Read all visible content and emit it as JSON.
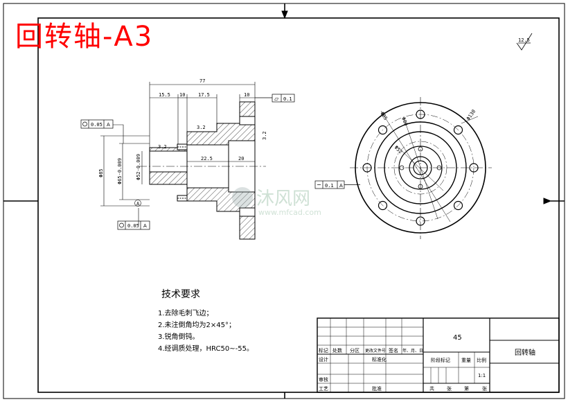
{
  "page_title": "回转轴-A3",
  "roughness_mark": "12.5",
  "dimensions": {
    "overall_length": "77",
    "d1": "15.5",
    "d2": "10",
    "d3": "17.5",
    "d4": "10",
    "inner_22_5": "22.5",
    "inner_20": "20",
    "dia_85": "Φ85",
    "dia_65": "Φ65-0.009",
    "dia_52": "Φ52-0.009",
    "r3_2a": "3.2",
    "r3_2b": "3.2",
    "r3_2c": "3.2",
    "side_dia": "Φ130",
    "side_dia2": "Φ85",
    "side_dia3": "Φ80",
    "side_dia4": "Φ52"
  },
  "tolerances": {
    "flatness": {
      "symbol": "▱",
      "value": "0.1"
    },
    "runout_top": {
      "value": "0.05",
      "datum": "A"
    },
    "runout_bottom": {
      "value": "0.05",
      "datum": "A"
    },
    "perp_side": {
      "value": "0.1",
      "datum": "A"
    },
    "datum_label": "A"
  },
  "watermark": {
    "brand": "沐风网",
    "url": "www.mfcad.com"
  },
  "technical_requirements": {
    "heading": "技术要求",
    "items": [
      "1.去除毛刺飞边；",
      "2.未注倒角均为2×45°；",
      "3.锐角倒钝。",
      "4.经调质处理，HRC50~-55。"
    ]
  },
  "title_block": {
    "material": "45",
    "part_name": "回转轴",
    "scale": "1:1",
    "labels": {
      "mark": "标记",
      "count": "处数",
      "zone": "分区",
      "doc": "更改文件号",
      "sign": "签名",
      "date": "年、月、日",
      "design": "设计",
      "standard": "标准化",
      "stage": "阶段标记",
      "weight": "重量",
      "ratio": "比例",
      "review": "审核",
      "process": "工艺",
      "approve": "批准",
      "total": "共",
      "sheet": "张",
      "page_no": "第",
      "sheet2": "张"
    }
  }
}
